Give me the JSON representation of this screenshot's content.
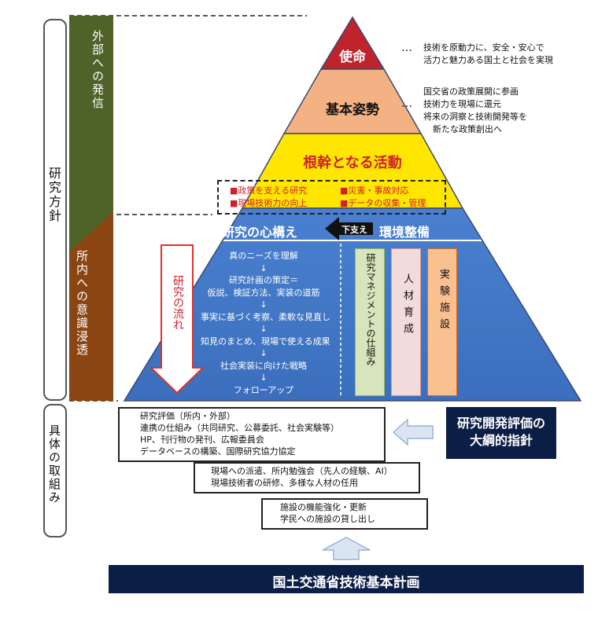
{
  "left_labels": {
    "research_policy": "研究方針",
    "external": "外部への発信",
    "internal": "所内への意識浸透",
    "concrete": "具体の取組み"
  },
  "pyramid": {
    "mission": "使命",
    "basic_stance": "基本姿勢",
    "core_activities": "根幹となる活動",
    "activities": [
      "■政策を支える研究",
      "■災害・事故対応",
      "■現場技術力の向上",
      "■データの収集・管理"
    ],
    "mindset": "研究の心構え",
    "support_label": "下支え",
    "environment": "環境整備",
    "flow_steps": [
      "真のニーズを理解",
      "↓",
      "研究計画の策定＝",
      "仮説、検証方法、実装の道筋",
      "↓",
      "事実に基づく考察、柔軟な見直し",
      "↓",
      "知見のまとめ、現場で使える成果",
      "↓",
      "社会実装に向けた戦略",
      "↓",
      "フォローアップ"
    ],
    "flow_arrow_label": "研究の流れ",
    "pillars": [
      "研究マネジメントの仕組み",
      "人材育成",
      "実験施設"
    ]
  },
  "right_notes": {
    "mission_note": [
      "技術を原動力に、安全・安心で",
      "活力と魅力ある国土と社会を実現"
    ],
    "stance_note": [
      "国交省の政策展開に参画",
      "技術力を現場に還元",
      "将来の洞察と技術開発等を",
      "新たな政策創出へ"
    ],
    "dots": "…"
  },
  "concrete_boxes": {
    "box1": [
      "研究評価（所内・外部）",
      "連携の仕組み（共同研究、公募委託、社会実験等）",
      "HP、刊行物の発刊、広報委員会",
      "データベースの構築、国際研究協力協定"
    ],
    "box2": [
      "現場への派遣、所内勉強会（先人の経験、AI）",
      "現場技術者の研修、多様な人材の任用"
    ],
    "box3": [
      "施設の機能強化・更新",
      "学民への施設の貸し出し"
    ]
  },
  "evaluation_guideline": "研究開発評価の大綱的指針",
  "base_plan": "国土交通省技術基本計画",
  "colors": {
    "mission": "#c0232b",
    "stance": "#f4b183",
    "core": "#ffe600",
    "blue": "#3f74c6",
    "navy": "#0b1e46",
    "olive": "#4f6228",
    "brown": "#8b4513"
  }
}
